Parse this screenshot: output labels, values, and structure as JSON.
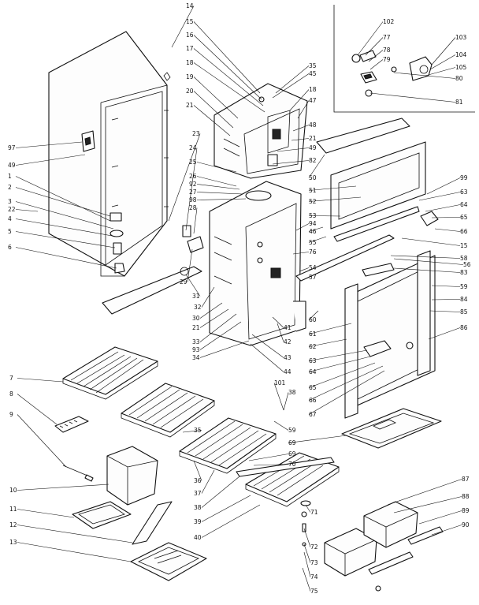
{
  "diagram": {
    "callouts": [
      {
        "id": "c-14",
        "text": "14"
      },
      {
        "id": "c-15",
        "text": "15"
      },
      {
        "id": "c-16",
        "text": "16"
      },
      {
        "id": "c-17",
        "text": "17"
      },
      {
        "id": "c-18",
        "text": "18"
      },
      {
        "id": "c-19",
        "text": "19"
      },
      {
        "id": "c-20",
        "text": "20"
      },
      {
        "id": "c-21a",
        "text": "21"
      },
      {
        "id": "c-35a",
        "text": "35"
      },
      {
        "id": "c-45",
        "text": "45"
      },
      {
        "id": "c-18b",
        "text": "18"
      },
      {
        "id": "c-47",
        "text": "47"
      },
      {
        "id": "c-48",
        "text": "48"
      },
      {
        "id": "c-21b",
        "text": "21"
      },
      {
        "id": "c-49b",
        "text": "49"
      },
      {
        "id": "c-82",
        "text": "82"
      },
      {
        "id": "c-23",
        "text": "23"
      },
      {
        "id": "c-24",
        "text": "24"
      },
      {
        "id": "c-25",
        "text": "25"
      },
      {
        "id": "c-26",
        "text": "26"
      },
      {
        "id": "c-92",
        "text": "92"
      },
      {
        "id": "c-27",
        "text": "27"
      },
      {
        "id": "c-98",
        "text": "98"
      },
      {
        "id": "c-28",
        "text": "28"
      },
      {
        "id": "c-97",
        "text": "97"
      },
      {
        "id": "c-49",
        "text": "49"
      },
      {
        "id": "c-1",
        "text": "1"
      },
      {
        "id": "c-2",
        "text": "2"
      },
      {
        "id": "c-3",
        "text": "3"
      },
      {
        "id": "c-22",
        "text": "22"
      },
      {
        "id": "c-4",
        "text": "4"
      },
      {
        "id": "c-5",
        "text": "5"
      },
      {
        "id": "c-6",
        "text": "6"
      },
      {
        "id": "c-29",
        "text": "29"
      },
      {
        "id": "c-31",
        "text": "31"
      },
      {
        "id": "c-32",
        "text": "32"
      },
      {
        "id": "c-30",
        "text": "30"
      },
      {
        "id": "c-21c",
        "text": "21"
      },
      {
        "id": "c-33",
        "text": "33"
      },
      {
        "id": "c-93",
        "text": "93"
      },
      {
        "id": "c-34",
        "text": "34"
      },
      {
        "id": "c-102",
        "text": "102"
      },
      {
        "id": "c-77",
        "text": "77"
      },
      {
        "id": "c-78",
        "text": "78"
      },
      {
        "id": "c-79",
        "text": "79"
      },
      {
        "id": "c-103",
        "text": "103"
      },
      {
        "id": "c-104",
        "text": "104"
      },
      {
        "id": "c-105",
        "text": "105"
      },
      {
        "id": "c-80",
        "text": "80"
      },
      {
        "id": "c-81",
        "text": "81"
      },
      {
        "id": "c-50",
        "text": "50"
      },
      {
        "id": "c-51",
        "text": "51"
      },
      {
        "id": "c-52",
        "text": "52"
      },
      {
        "id": "c-53",
        "text": "53"
      },
      {
        "id": "c-94",
        "text": "94"
      },
      {
        "id": "c-46",
        "text": "46"
      },
      {
        "id": "c-55",
        "text": "55"
      },
      {
        "id": "c-56",
        "text": "56"
      },
      {
        "id": "c-76",
        "text": "76"
      },
      {
        "id": "c-54",
        "text": "54"
      },
      {
        "id": "c-57",
        "text": "57"
      },
      {
        "id": "c-60",
        "text": "60"
      },
      {
        "id": "c-41",
        "text": "41"
      },
      {
        "id": "c-42",
        "text": "42"
      },
      {
        "id": "c-43",
        "text": "43"
      },
      {
        "id": "c-44",
        "text": "44"
      },
      {
        "id": "c-99",
        "text": "99"
      },
      {
        "id": "c-63a",
        "text": "63"
      },
      {
        "id": "c-64",
        "text": "64"
      },
      {
        "id": "c-65",
        "text": "65"
      },
      {
        "id": "c-66",
        "text": "66"
      },
      {
        "id": "c-15b",
        "text": "15"
      },
      {
        "id": "c-58",
        "text": "58"
      },
      {
        "id": "c-83",
        "text": "83"
      },
      {
        "id": "c-59",
        "text": "59"
      },
      {
        "id": "c-84",
        "text": "84"
      },
      {
        "id": "c-85",
        "text": "85"
      },
      {
        "id": "c-86",
        "text": "86"
      },
      {
        "id": "c-61",
        "text": "61"
      },
      {
        "id": "c-62",
        "text": "62"
      },
      {
        "id": "c-63b",
        "text": "63"
      },
      {
        "id": "c-64b",
        "text": "64"
      },
      {
        "id": "c-65b",
        "text": "65"
      },
      {
        "id": "c-66b",
        "text": "66"
      },
      {
        "id": "c-67",
        "text": "67"
      },
      {
        "id": "c-7",
        "text": "7"
      },
      {
        "id": "c-8",
        "text": "8"
      },
      {
        "id": "c-9",
        "text": "9"
      },
      {
        "id": "c-10",
        "text": "10"
      },
      {
        "id": "c-11",
        "text": "11"
      },
      {
        "id": "c-12",
        "text": "12"
      },
      {
        "id": "c-13",
        "text": "13"
      },
      {
        "id": "c-35b",
        "text": "35"
      },
      {
        "id": "c-36",
        "text": "36"
      },
      {
        "id": "c-37",
        "text": "37"
      },
      {
        "id": "c-38",
        "text": "38"
      },
      {
        "id": "c-39",
        "text": "39"
      },
      {
        "id": "c-40",
        "text": "40"
      },
      {
        "id": "c-101",
        "text": "101"
      },
      {
        "id": "c-38b",
        "text": "38"
      },
      {
        "id": "c-59b",
        "text": "59"
      },
      {
        "id": "c-69a",
        "text": "69"
      },
      {
        "id": "c-69b",
        "text": "69"
      },
      {
        "id": "c-70",
        "text": "70"
      },
      {
        "id": "c-71",
        "text": "71"
      },
      {
        "id": "c-72",
        "text": "72"
      },
      {
        "id": "c-73",
        "text": "73"
      },
      {
        "id": "c-74",
        "text": "74"
      },
      {
        "id": "c-75",
        "text": "75"
      },
      {
        "id": "c-87",
        "text": "87"
      },
      {
        "id": "c-88",
        "text": "88"
      },
      {
        "id": "c-89",
        "text": "89"
      },
      {
        "id": "c-90",
        "text": "90"
      }
    ]
  }
}
